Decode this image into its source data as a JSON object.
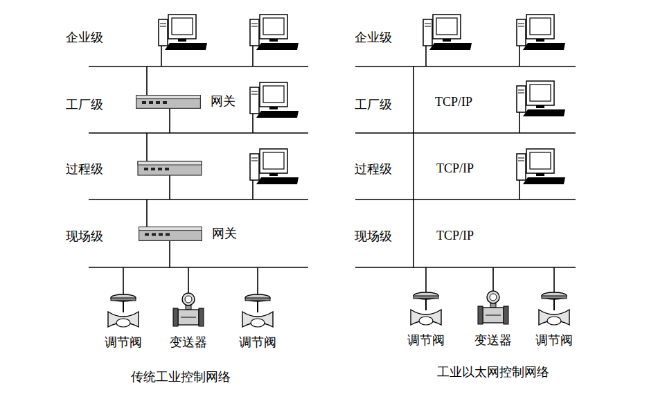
{
  "diagram": {
    "nodes": [
      {
        "text": [
          "网关"
        ]
      },
      {
        "text": [
          "网关"
        ]
      },
      {
        "text": [
          "调节阀"
        ]
      },
      {
        "text": [
          "变送器"
        ]
      },
      {
        "text": [
          "调节阀"
        ]
      },
      {
        "text": [
          "调节阀"
        ]
      },
      {
        "text": [
          "变送器"
        ]
      },
      {
        "text": [
          "调节阀"
        ]
      }
    ],
    "labels": [
      "企业级",
      "工厂级",
      "过程级",
      "现场级",
      "企业级",
      "工厂级",
      "TCP/IP",
      "过程级",
      "TCP/IP",
      "现场级",
      "TCP/IP",
      "传统工业控制网络",
      "工业以太网控制网络"
    ]
  }
}
